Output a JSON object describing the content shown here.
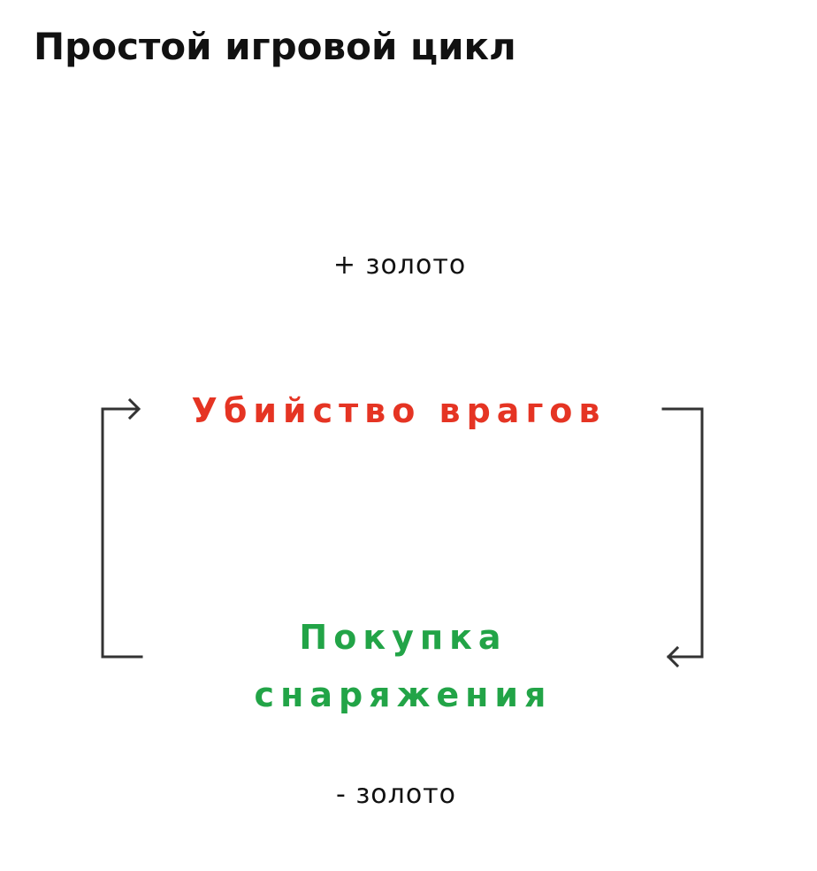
{
  "title": "Простой игровой цикл",
  "loop": {
    "top_effect": "+ золото",
    "bottom_effect": "- золото",
    "step_kill": "Убийство врагов",
    "step_buy_line1": "Покупка",
    "step_buy_line2": "снаряжения"
  },
  "colors": {
    "kill": "#e53423",
    "buy": "#22a447",
    "arrows": "#333333"
  }
}
